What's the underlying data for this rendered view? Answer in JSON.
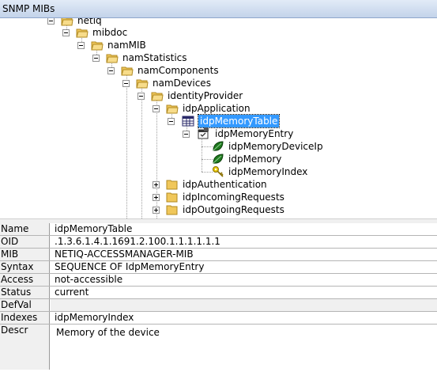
{
  "window": {
    "title": "SNMP MIBs"
  },
  "tree": {
    "nodes": [
      {
        "label": "netiq"
      },
      {
        "label": "mibdoc"
      },
      {
        "label": "namMIB"
      },
      {
        "label": "namStatistics"
      },
      {
        "label": "namComponents"
      },
      {
        "label": "namDevices"
      },
      {
        "label": "identityProvider"
      },
      {
        "label": "idpApplication"
      },
      {
        "label": "idpMemoryTable",
        "selected": true
      },
      {
        "label": "idpMemoryEntry"
      },
      {
        "label": "idpMemoryDeviceIp"
      },
      {
        "label": "idpMemory"
      },
      {
        "label": "idpMemoryIndex"
      },
      {
        "label": "idpAuthentication"
      },
      {
        "label": "idpIncomingRequests"
      },
      {
        "label": "idpOutgoingRequests"
      }
    ]
  },
  "properties": [
    {
      "name": "Name",
      "value": "idpMemoryTable"
    },
    {
      "name": "OID",
      "value": ".1.3.6.1.4.1.1691.2.100.1.1.1.1.1.1"
    },
    {
      "name": "MIB",
      "value": "NETIQ-ACCESSMANAGER-MIB"
    },
    {
      "name": "Syntax",
      "value": "SEQUENCE OF IdpMemoryEntry"
    },
    {
      "name": "Access",
      "value": "not-accessible"
    },
    {
      "name": "Status",
      "value": "current"
    },
    {
      "name": "DefVal",
      "value": ""
    },
    {
      "name": "Indexes",
      "value": "idpMemoryIndex"
    },
    {
      "name": "Descr",
      "value": "Memory of the device"
    }
  ],
  "colors": {
    "selection": "#3399ff",
    "folder": "#f0c75a",
    "leaf": "#1f7a1f",
    "key": "#d4b400",
    "titlebar": "#c3d3ea"
  }
}
